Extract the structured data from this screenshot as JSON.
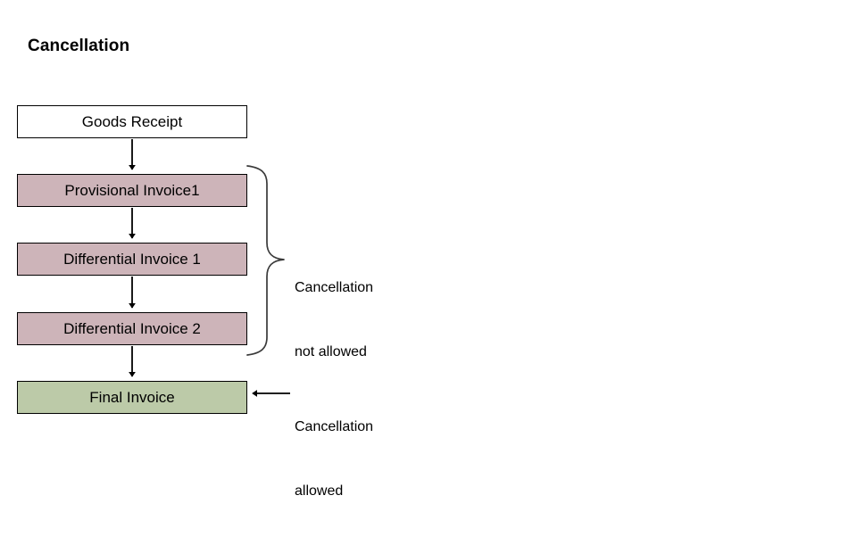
{
  "diagram": {
    "title": "Cancellation",
    "type": "flowchart",
    "background_color": "#ffffff",
    "nodes": [
      {
        "id": "goods-receipt",
        "label": "Goods Receipt",
        "fill": "#ffffff",
        "stroke": "#000000"
      },
      {
        "id": "provisional-invoice",
        "label": "Provisional Invoice1",
        "fill": "#cdb4b9",
        "stroke": "#000000"
      },
      {
        "id": "differential-1",
        "label": "Differential Invoice 1",
        "fill": "#cdb4b9",
        "stroke": "#000000"
      },
      {
        "id": "differential-2",
        "label": "Differential Invoice 2",
        "fill": "#cdb4b9",
        "stroke": "#000000"
      },
      {
        "id": "final-invoice",
        "label": "Final Invoice",
        "fill": "#bccaa8",
        "stroke": "#000000"
      }
    ],
    "connectors": [
      {
        "from": "goods-receipt",
        "to": "provisional-invoice",
        "style": "arrow-down"
      },
      {
        "from": "provisional-invoice",
        "to": "differential-1",
        "style": "arrow-down"
      },
      {
        "from": "differential-1",
        "to": "differential-2",
        "style": "arrow-down"
      },
      {
        "from": "differential-2",
        "to": "final-invoice",
        "style": "arrow-down"
      }
    ],
    "annotations": [
      {
        "id": "cancellation-not-allowed",
        "line1": "Cancellation",
        "line2": "not allowed",
        "marker": "curly-brace",
        "covers": [
          "provisional-invoice",
          "differential-1",
          "differential-2"
        ]
      },
      {
        "id": "cancellation-allowed",
        "line1": "Cancellation",
        "line2": "allowed",
        "marker": "arrow-left",
        "covers": [
          "final-invoice"
        ]
      }
    ]
  }
}
